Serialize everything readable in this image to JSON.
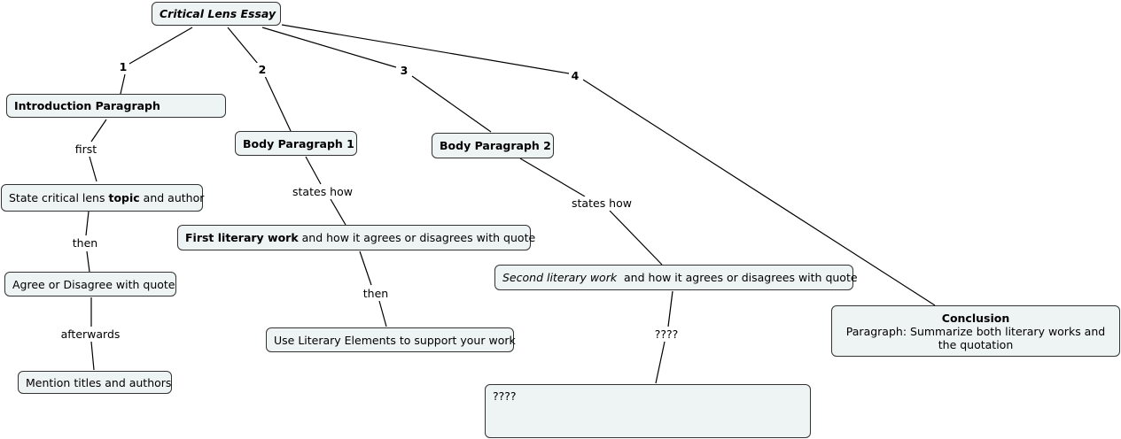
{
  "root": {
    "title": "Critical Lens Essay"
  },
  "branches": [
    {
      "number": "1",
      "node": "Introduction Paragraph"
    },
    {
      "number": "2",
      "node": "Body Paragraph 1"
    },
    {
      "number": "3",
      "node": "Body Paragraph 2"
    },
    {
      "number": "4",
      "conclusion_title": "Conclusion",
      "conclusion_text": "Paragraph: Summarize both literary works and the quotation"
    }
  ],
  "intro_chain": {
    "link_first": "first",
    "state_pre": "State critical lens ",
    "state_bold": "topic",
    "state_post": " and author",
    "link_then": "then",
    "agree": "Agree or Disagree with quote",
    "link_afterwards": "afterwards",
    "mention": "Mention titles and authors"
  },
  "body1_chain": {
    "link_states_how": "states how",
    "work_bold": "First literary work",
    "work_post": " and how it agrees or disagrees with quote",
    "link_then": "then",
    "elements": "Use Literary Elements to support your work"
  },
  "body2_chain": {
    "link_states_how": "states how",
    "work_italic": "Second literary work",
    "work_post": "  and how it agrees or disagrees with quote",
    "link_unknown": "????",
    "unknown_node": "????"
  }
}
